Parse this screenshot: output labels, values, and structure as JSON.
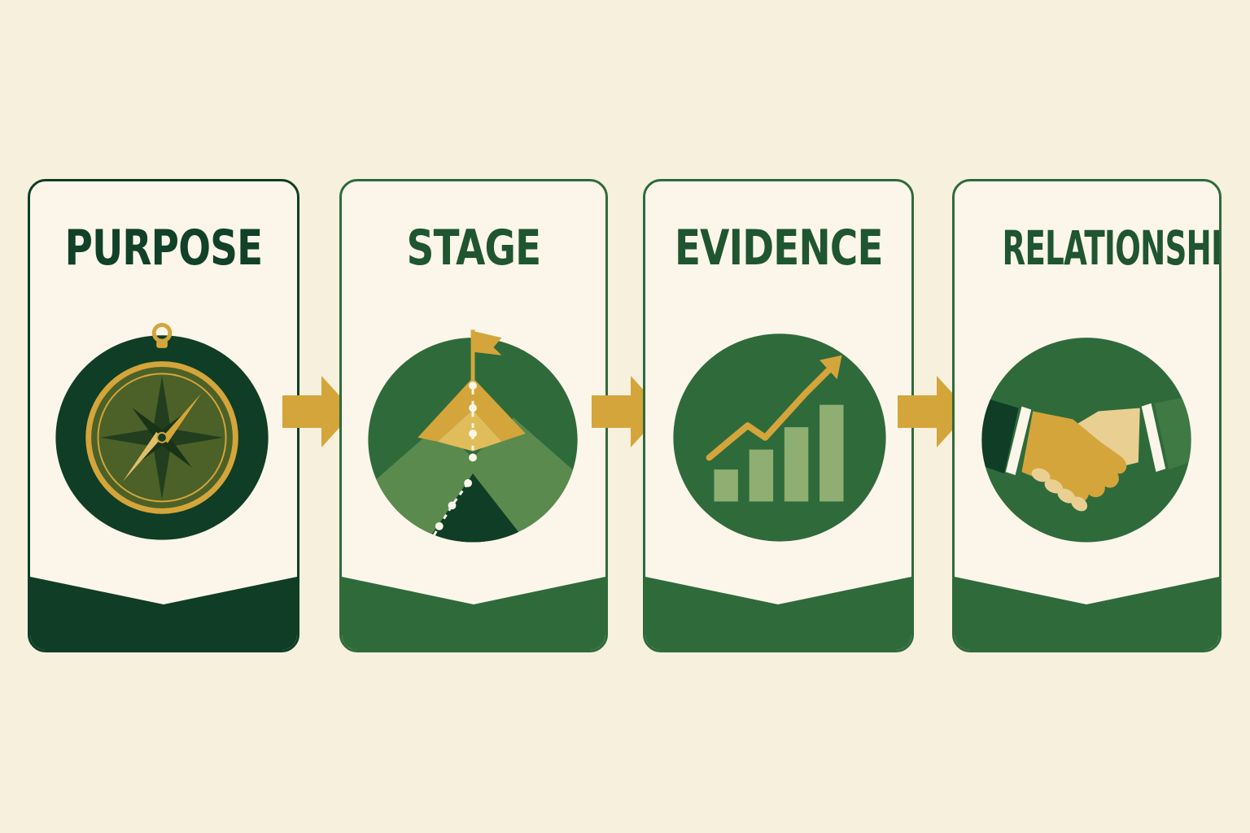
{
  "stages": [
    {
      "title": "PURPOSE",
      "icon": "compass-icon"
    },
    {
      "title": "STAGE",
      "icon": "mountain-flag-icon"
    },
    {
      "title": "EVIDENCE",
      "icon": "growth-chart-icon"
    },
    {
      "title": "RELATIONSHIP",
      "icon": "handshake-icon"
    }
  ],
  "colors": {
    "background": "#f7f0dd",
    "card": "#fbf6e9",
    "dark_green": "#0f3d25",
    "green": "#2f6a3b",
    "light_green": "#8fae72",
    "gold": "#d4a53a"
  }
}
